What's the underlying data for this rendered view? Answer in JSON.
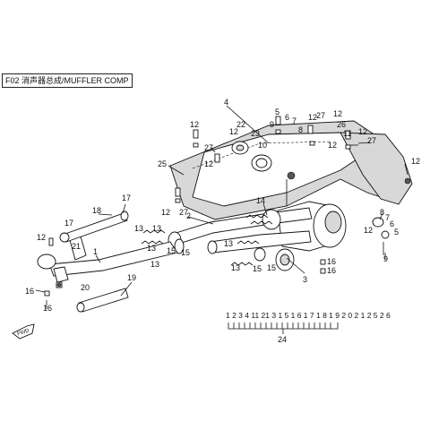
{
  "title": "F02 消声器总成/MUFFLER COMP",
  "part_numbers": {
    "n1": "1",
    "n2": "2",
    "n3": "3",
    "n4": "4",
    "n5": "5",
    "n6": "6",
    "n7": "7",
    "n8": "8",
    "n9": "9",
    "n10": "10",
    "n11": "11",
    "n12": "12",
    "n13": "13",
    "n14": "14",
    "n15": "15",
    "n16": "16",
    "n17": "17",
    "n18": "18",
    "n19": "19",
    "n20": "20",
    "n21": "21",
    "n22": "22",
    "n23": "23",
    "n24": "24",
    "n25": "25",
    "n26": "26",
    "n27": "27"
  },
  "kit_sequence": "1 2 3 4 11 21 3 1 5 1 6 1 7 1 8 1 9 2 0 2 1 2 5 2 6",
  "fwd_label": "FWD"
}
